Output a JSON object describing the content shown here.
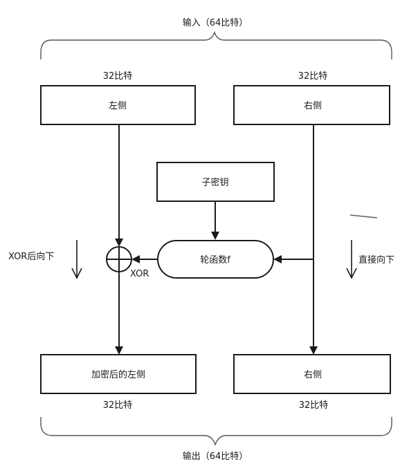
{
  "input": {
    "label": "输入（64比特）",
    "left_bits": "32比特",
    "right_bits": "32比特"
  },
  "blocks": {
    "left": "左侧",
    "right": "右侧",
    "subkey": "子密钥",
    "round_function": "轮函数f",
    "encrypted_left": "加密后的左侧",
    "output_right": "右侧"
  },
  "xor": {
    "label": "XOR"
  },
  "annotations": {
    "left_flow": "XOR后向下",
    "right_flow": "直接向下"
  },
  "output": {
    "label": "输出（64比特）",
    "left_bits": "32比特",
    "right_bits": "32比特"
  }
}
